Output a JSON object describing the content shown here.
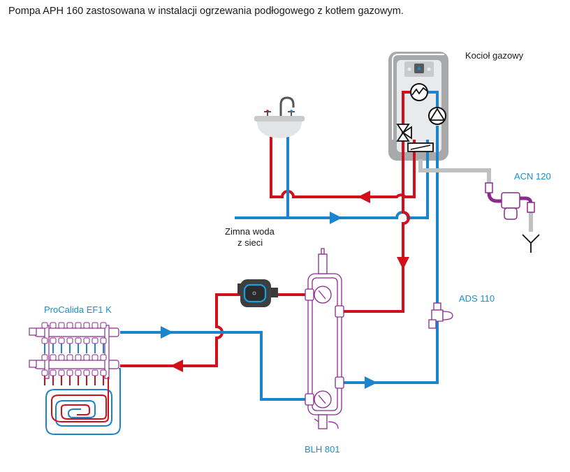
{
  "title": "Pompa APH 160 zastosowana w instalacji ogrzewania podłogowego z kotłem gazowym.",
  "labels": {
    "boiler": "Kocioł gazowy",
    "acn": "ACN 120",
    "cold_water_line1": "Zimna woda",
    "cold_water_line2": "z sieci",
    "ads": "ADS 110",
    "manifold": "ProCalida EF1 K",
    "blh": "BLH 801"
  },
  "colors": {
    "hot_pipe": "#d0101b",
    "cold_pipe": "#1b84cc",
    "product_outline": "#8b2a8f",
    "boiler_grey": "#a7a9ab",
    "label_blue": "#1b8fd0"
  },
  "components": [
    {
      "id": "boiler",
      "icon": "gas-boiler-icon"
    },
    {
      "id": "sink",
      "icon": "washbasin-icon"
    },
    {
      "id": "acn",
      "icon": "neutralizer-icon"
    },
    {
      "id": "drain",
      "icon": "drain-icon"
    },
    {
      "id": "pump",
      "icon": "circulation-pump-icon"
    },
    {
      "id": "blh",
      "icon": "hydraulic-separator-icon"
    },
    {
      "id": "ads",
      "icon": "dirt-separator-icon"
    },
    {
      "id": "manifold",
      "icon": "manifold-icon"
    },
    {
      "id": "floor_loop",
      "icon": "floor-heating-coil-icon"
    }
  ]
}
